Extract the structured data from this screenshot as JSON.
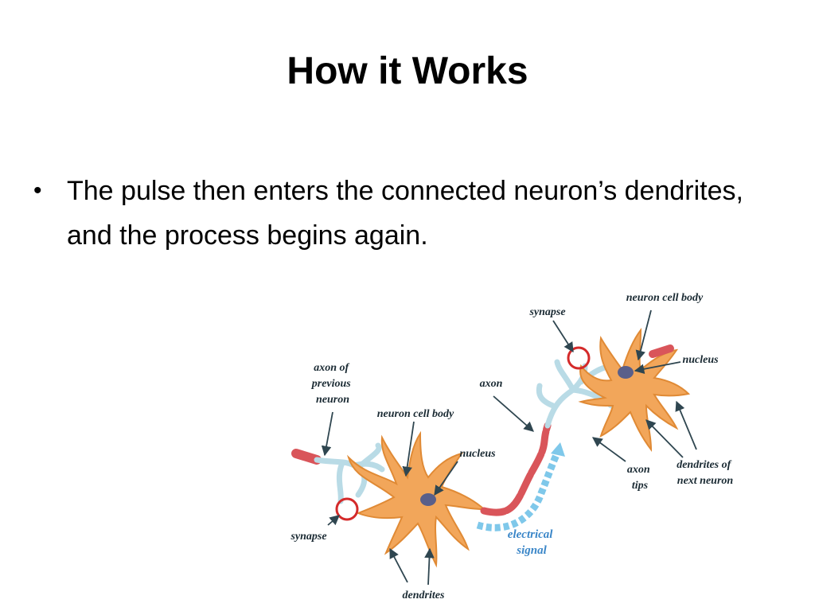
{
  "slide": {
    "title": "How it Works",
    "bullets": [
      "The pulse then enters the connected neuron’s dendrites, and the process begins again."
    ]
  },
  "diagram": {
    "labels": {
      "axon_of_previous_neuron": [
        "axon of",
        "previous",
        "neuron"
      ],
      "neuron_cell_body_left": "neuron cell body",
      "nucleus_left": "nucleus",
      "synapse_left": "synapse",
      "dendrites": "dendrites",
      "axon": "axon",
      "electrical_signal": [
        "electrical",
        "signal"
      ],
      "synapse_right": "synapse",
      "neuron_cell_body_right": "neuron cell body",
      "nucleus_right": "nucleus",
      "axon_tips": [
        "axon",
        "tips"
      ],
      "dendrites_of_next_neuron": [
        "dendrites of",
        "next neuron"
      ]
    },
    "colors": {
      "cell_body": "#f2a65a",
      "cell_outline": "#e08a35",
      "nucleus": "#5a5f8a",
      "axon": "#d9555a",
      "axon_tips": "#c9e2ea",
      "synapse_circle": "#d42a2a",
      "signal_arrow": "#7fc8ea",
      "pointer": "#2f4650"
    }
  }
}
